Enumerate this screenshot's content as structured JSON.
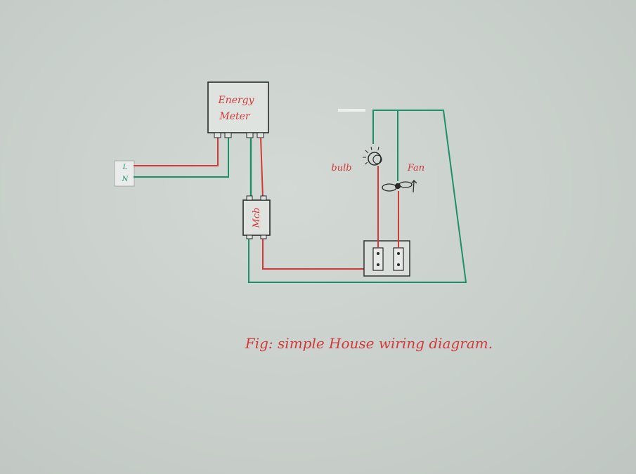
{
  "diagram": {
    "energy_meter_label_line1": "Energy",
    "energy_meter_label_line2": "Meter",
    "mcb_label": "Mcb",
    "line_label": "L",
    "neutral_label": "N",
    "bulb_label": "bulb",
    "fan_label": "Fan",
    "caption": "Fig: simple House wiring diagram."
  },
  "colors": {
    "phase_wire": "#d23a3a",
    "neutral_wire": "#1d8f6a",
    "ink": "#2a2a2a",
    "paper": "#cdd3cf"
  }
}
